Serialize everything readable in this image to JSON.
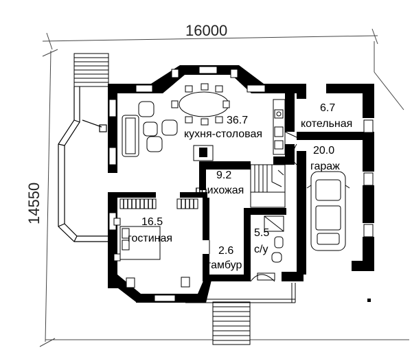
{
  "dimensions": {
    "width_label": "16000",
    "height_label": "14550"
  },
  "rooms": [
    {
      "id": "kitchen",
      "area": "36.7",
      "name": "кухня-столовая"
    },
    {
      "id": "boiler",
      "area": "6.7",
      "name": "котельная"
    },
    {
      "id": "garage",
      "area": "20.0",
      "name": "гараж"
    },
    {
      "id": "hallway",
      "area": "9.2",
      "name": "прихожая"
    },
    {
      "id": "living",
      "area": "16.5",
      "name": "гостиная"
    },
    {
      "id": "bathroom",
      "area": "5.5",
      "name": "с/у"
    },
    {
      "id": "vestibule",
      "area": "2.6",
      "name": "тамбур"
    }
  ]
}
